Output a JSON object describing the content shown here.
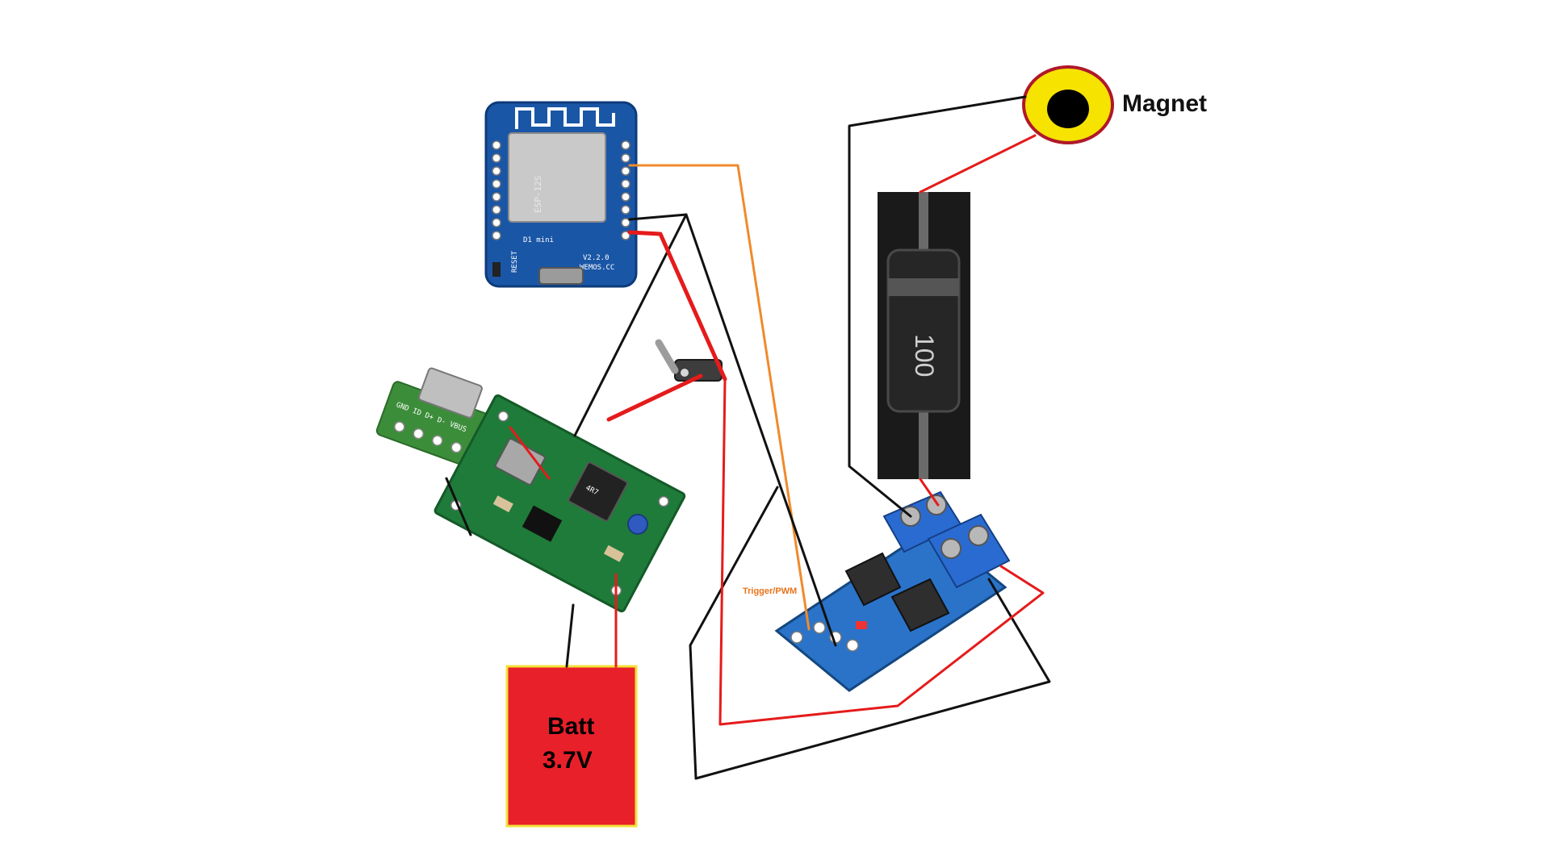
{
  "components": {
    "magnet": {
      "label": "Magnet"
    },
    "battery": {
      "label_line1": "Batt",
      "label_line2": "3.7V"
    },
    "wemos": {
      "model_text": "D1 mini",
      "version_text": "V2.2.0",
      "brand_text": "WEMOS.CC",
      "module_text": "ESP-12S",
      "reset_text": "RESET"
    },
    "mosfet_driver": {
      "input_label": "Trigger/PWM"
    },
    "diode": {
      "marking": "100"
    },
    "usb_breakout": {
      "pins_text": "GND ID D+ D- VBUS"
    },
    "charger": {
      "marking": "4R7"
    }
  },
  "colors": {
    "wire_black": "#111111",
    "wire_red": "#e51b1b",
    "wire_orange": "#f08a2c",
    "battery_fill": "#e8202a",
    "battery_border": "#f3e23a",
    "magnet_ring": "#f6e300",
    "magnet_outline": "#b0182a"
  }
}
